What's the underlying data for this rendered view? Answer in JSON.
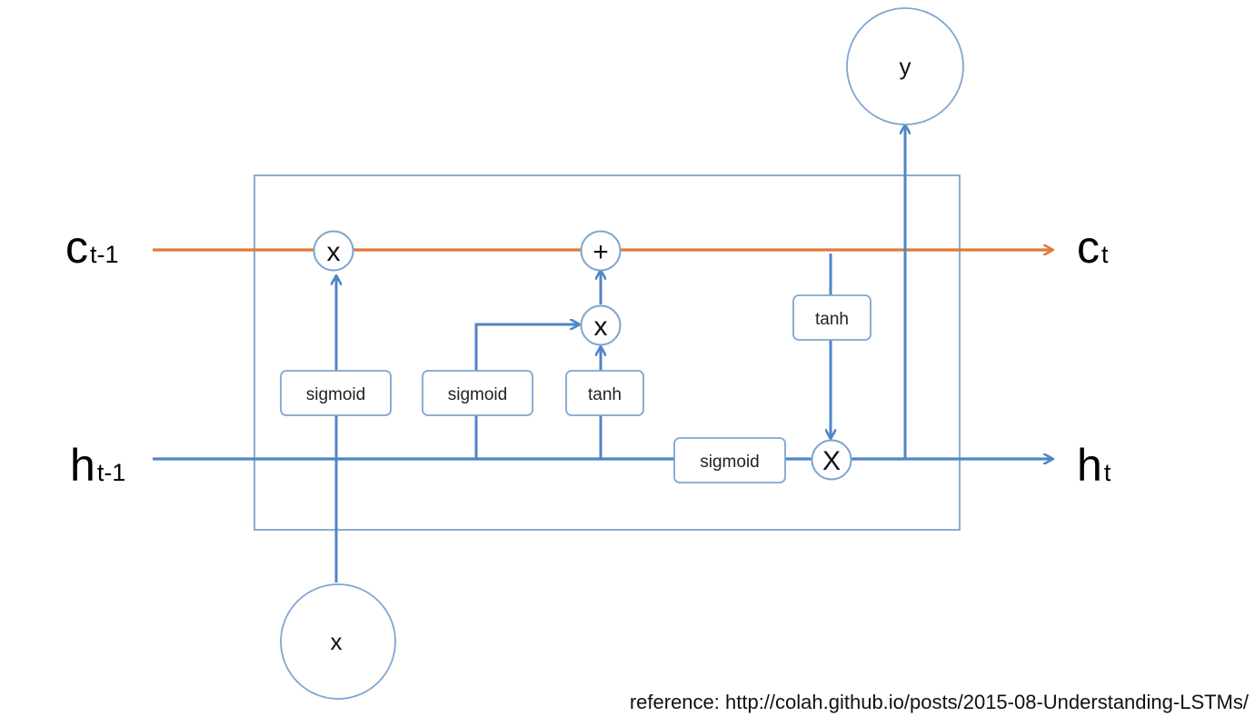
{
  "colors": {
    "cell_state_line": "#e07a3a",
    "hidden_line": "#4f86c6",
    "box_border": "#7ea6d0",
    "text": "#111111"
  },
  "labels": {
    "c_prev_base": "c",
    "c_prev_sub": "t-1",
    "c_next_base": "c",
    "c_next_sub": "t",
    "h_prev_base": "h",
    "h_prev_sub": "t-1",
    "h_next_base": "h",
    "h_next_sub": "t"
  },
  "nodes": {
    "input": "x",
    "output": "y"
  },
  "operators": {
    "forget_multiply": "x",
    "cell_add": "+",
    "input_multiply": "x",
    "output_multiply": "X"
  },
  "gates": {
    "forget_gate": "sigmoid",
    "input_gate": "sigmoid",
    "candidate": "tanh",
    "cell_tanh": "tanh",
    "output_gate": "sigmoid"
  },
  "reference": "reference: http://colah.github.io/posts/2015-08-Understanding-LSTMs/"
}
